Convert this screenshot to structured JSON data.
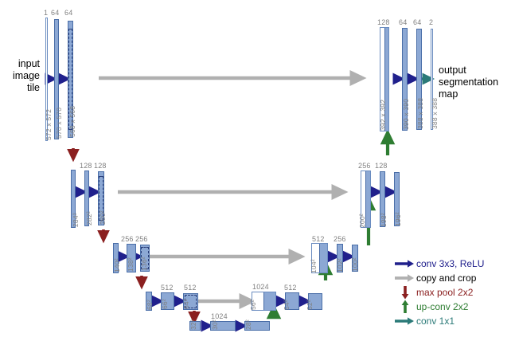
{
  "figure": {
    "type": "diagram",
    "name": "u-net-architecture",
    "input_label": "input\nimage\ntile",
    "input_label_lines": [
      "input",
      "image",
      "tile"
    ],
    "output_label_lines": [
      "output",
      "segmentation",
      "map"
    ]
  },
  "colors": {
    "bar_fill": "#8ca8d4",
    "bar_stroke": "#4a6ea8",
    "conv_arrow": "#20208c",
    "copy_arrow": "#b0b0b0",
    "maxpool_arrow": "#8b2020",
    "upconv_arrow": "#2e7d32",
    "conv1x1_arrow": "#2b7a78",
    "label_gray": "#808080",
    "background": "#ffffff"
  },
  "text": {
    "input_line1": "input",
    "input_line2": "image",
    "input_line3": "tile",
    "output_line1": "output",
    "output_line2": "segmentation",
    "output_line3": "map"
  },
  "legend": {
    "items": [
      {
        "id": "conv3x3",
        "label": "conv 3x3, ReLU",
        "icon": "right-arrow-icon",
        "color": "#20208c"
      },
      {
        "id": "copycrop",
        "label": "copy and crop",
        "icon": "right-arrow-icon",
        "color": "#b0b0b0"
      },
      {
        "id": "maxpool",
        "label": "max pool 2x2",
        "icon": "down-arrow-icon",
        "color": "#8b2020"
      },
      {
        "id": "upconv",
        "label": "up-conv 2x2",
        "icon": "up-arrow-icon",
        "color": "#2e7d32"
      },
      {
        "id": "conv1x1",
        "label": "conv 1x1",
        "icon": "right-arrow-icon",
        "color": "#2b7a78"
      }
    ]
  },
  "blocks": [
    {
      "id": "enc1-in",
      "channels": "1",
      "size": "572 x 572",
      "level": 1,
      "side": "encoder"
    },
    {
      "id": "enc1-a",
      "channels": "64",
      "size": "570 x 570",
      "level": 1,
      "side": "encoder"
    },
    {
      "id": "enc1-b",
      "channels": "64",
      "size": "568 x 568",
      "level": 1,
      "side": "encoder"
    },
    {
      "id": "enc2-in",
      "channels": "",
      "size": "284²",
      "level": 2,
      "side": "encoder"
    },
    {
      "id": "enc2-a",
      "channels": "128",
      "size": "282²",
      "level": 2,
      "side": "encoder"
    },
    {
      "id": "enc2-b",
      "channels": "128",
      "size": "280²",
      "level": 2,
      "side": "encoder"
    },
    {
      "id": "enc3-in",
      "channels": "",
      "size": "140²",
      "level": 3,
      "side": "encoder"
    },
    {
      "id": "enc3-a",
      "channels": "256",
      "size": "138²",
      "level": 3,
      "side": "encoder"
    },
    {
      "id": "enc3-b",
      "channels": "256",
      "size": "136²",
      "level": 3,
      "side": "encoder"
    },
    {
      "id": "enc4-in",
      "channels": "",
      "size": "68²",
      "level": 4,
      "side": "encoder"
    },
    {
      "id": "enc4-a",
      "channels": "512",
      "size": "66²",
      "level": 4,
      "side": "encoder"
    },
    {
      "id": "enc4-b",
      "channels": "512",
      "size": "64²",
      "level": 4,
      "side": "encoder"
    },
    {
      "id": "bott-in",
      "channels": "",
      "size": "32²",
      "level": 5,
      "side": "bottleneck"
    },
    {
      "id": "bott-a",
      "channels": "1024",
      "size": "30²",
      "level": 5,
      "side": "bottleneck"
    },
    {
      "id": "bott-b",
      "channels": "",
      "size": "28²",
      "level": 5,
      "side": "bottleneck"
    },
    {
      "id": "dec4-cat",
      "channels": "1024",
      "size": "56²",
      "level": 4,
      "side": "decoder"
    },
    {
      "id": "dec4-a",
      "channels": "512",
      "size": "54²",
      "level": 4,
      "side": "decoder"
    },
    {
      "id": "dec4-b",
      "channels": "",
      "size": "52²",
      "level": 4,
      "side": "decoder"
    },
    {
      "id": "dec3-cat",
      "channels": "512",
      "size": "104²",
      "level": 3,
      "side": "decoder"
    },
    {
      "id": "dec3-a",
      "channels": "256",
      "size": "102²",
      "level": 3,
      "side": "decoder"
    },
    {
      "id": "dec3-b",
      "channels": "",
      "size": "100²",
      "level": 3,
      "side": "decoder"
    },
    {
      "id": "dec2-cat",
      "channels": "256",
      "size": "200²",
      "level": 2,
      "side": "decoder"
    },
    {
      "id": "dec2-a",
      "channels": "128",
      "size": "198²",
      "level": 2,
      "side": "decoder"
    },
    {
      "id": "dec2-b",
      "channels": "",
      "size": "196²",
      "level": 2,
      "side": "decoder"
    },
    {
      "id": "dec1-cat",
      "channels": "128",
      "size": "392 x 392",
      "level": 1,
      "side": "decoder"
    },
    {
      "id": "dec1-a",
      "channels": "64",
      "size": "390 x 390",
      "level": 1,
      "side": "decoder"
    },
    {
      "id": "dec1-b",
      "channels": "64",
      "size": "388 x 388",
      "level": 1,
      "side": "decoder"
    },
    {
      "id": "dec1-out",
      "channels": "2",
      "size": "388 x 388",
      "level": 1,
      "side": "decoder"
    }
  ]
}
